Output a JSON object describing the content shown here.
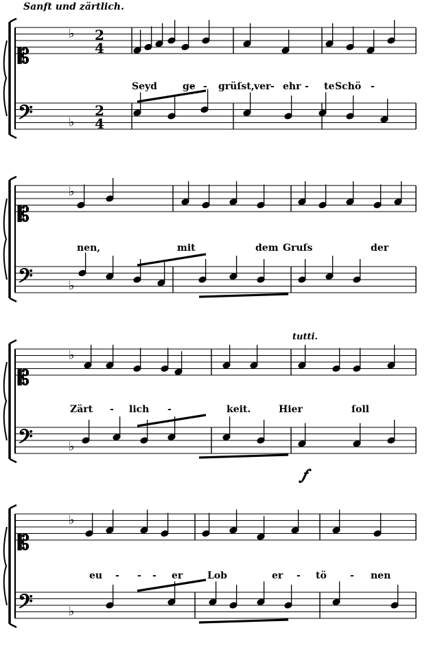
{
  "tempo_marking": "Sanft und zärtlich.",
  "time_signature": {
    "numerator": "2",
    "denominator": "4"
  },
  "key_signature": "♭",
  "systems": [
    {
      "lyrics": [
        "Seyd",
        "ge",
        "-",
        "-",
        "grüſst,",
        "ver",
        "-",
        "ehr",
        "-",
        "te",
        "Schö",
        "-"
      ],
      "annotations": []
    },
    {
      "lyrics": [
        "nen,",
        "mit",
        "dem",
        "Gruſs",
        "der"
      ],
      "annotations": []
    },
    {
      "lyrics": [
        "Zärt",
        "-",
        "lich",
        "-",
        "keit.",
        "Hier",
        "ſoll"
      ],
      "annotations": [
        "tutti.",
        "𝆑"
      ]
    },
    {
      "lyrics": [
        "eu",
        "-",
        "-",
        "-",
        "er",
        "Lob",
        "er",
        "-",
        "tö",
        "-",
        "nen"
      ],
      "annotations": []
    }
  ]
}
